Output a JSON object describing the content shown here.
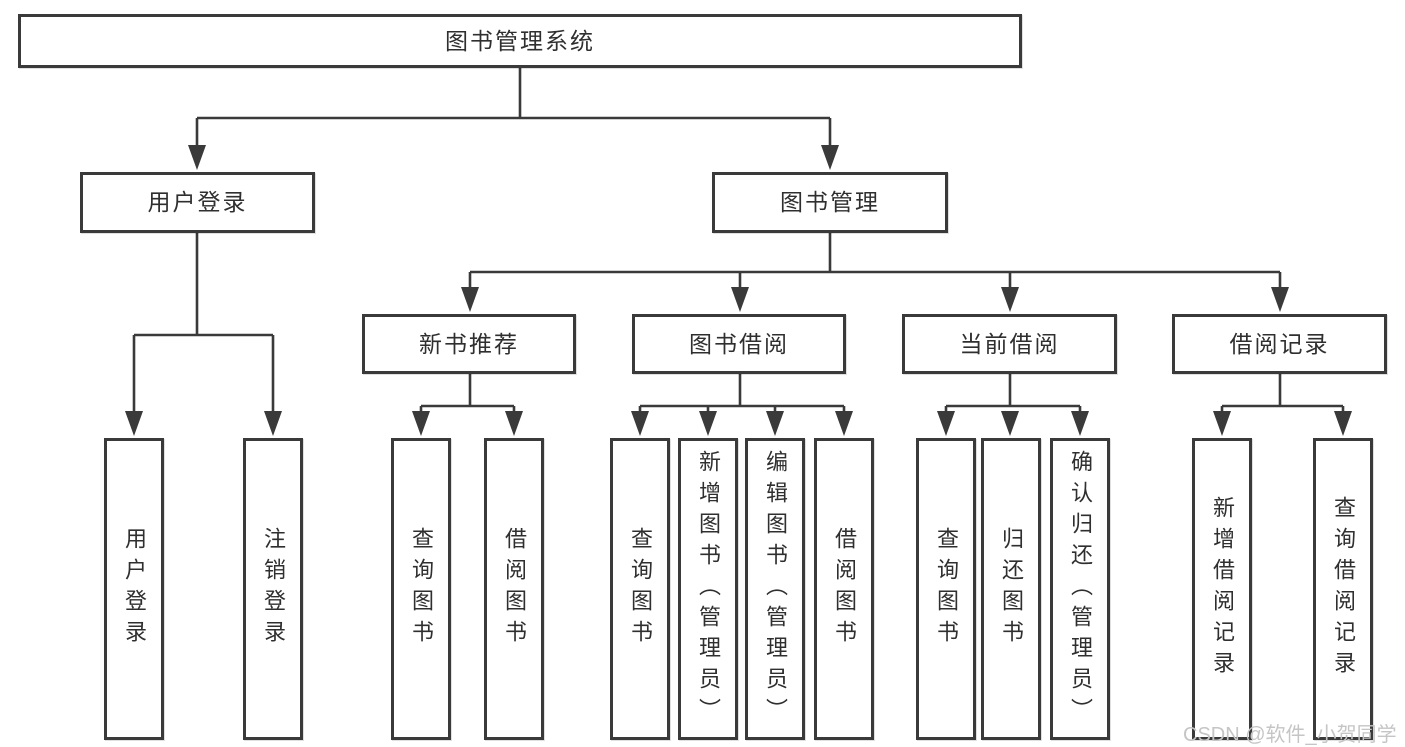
{
  "diagram": {
    "root": {
      "label": "图书管理系统"
    },
    "branches": [
      {
        "label": "用户登录",
        "children": [
          {
            "label": "用户登录"
          },
          {
            "label": "注销登录"
          }
        ]
      },
      {
        "label": "图书管理",
        "groups": [
          {
            "label": "新书推荐",
            "children": [
              {
                "label": "查询图书"
              },
              {
                "label": "借阅图书"
              }
            ]
          },
          {
            "label": "图书借阅",
            "children": [
              {
                "label": "查询图书"
              },
              {
                "label": "新增图书（管理员）"
              },
              {
                "label": "编辑图书（管理员）"
              },
              {
                "label": "借阅图书"
              }
            ]
          },
          {
            "label": "当前借阅",
            "children": [
              {
                "label": "查询图书"
              },
              {
                "label": "归还图书"
              },
              {
                "label": "确认归还（管理员）"
              }
            ]
          },
          {
            "label": "借阅记录",
            "children": [
              {
                "label": "新增借阅记录"
              },
              {
                "label": "查询借阅记录"
              }
            ]
          }
        ]
      }
    ]
  },
  "watermark": {
    "text": "CSDN @软件_小贺同学"
  },
  "colors": {
    "line": "#3a3a3a",
    "border": "#3a3a3a",
    "text": "#2f2f2f",
    "watermark": "#c5c5c5",
    "background": "#ffffff"
  }
}
